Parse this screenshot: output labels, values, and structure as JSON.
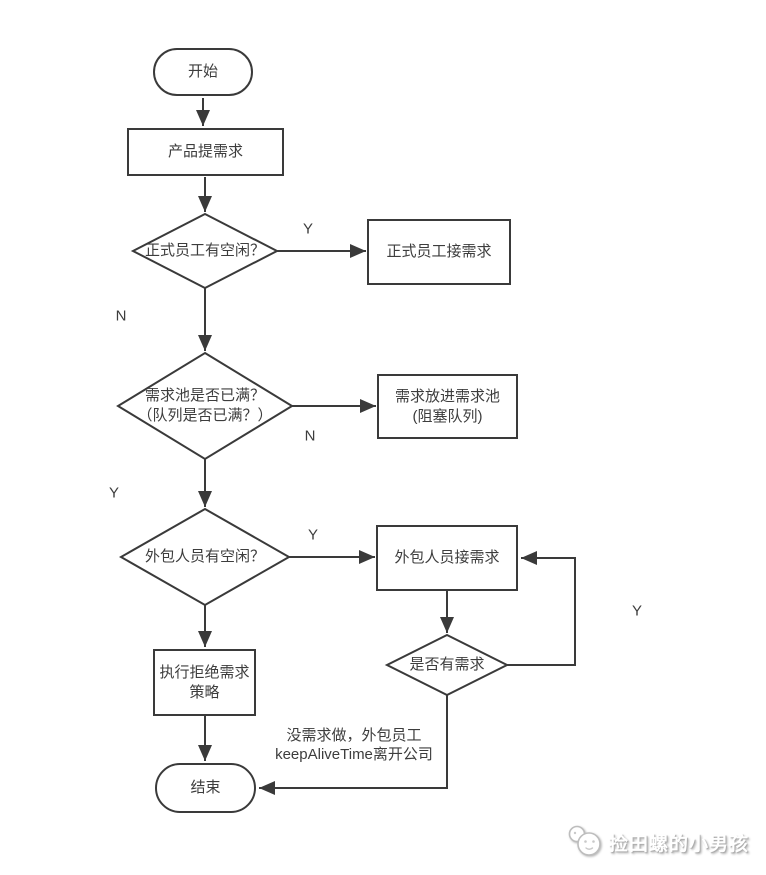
{
  "page": {
    "background": "#ffffff"
  },
  "flowchart": {
    "stroke_color": "#3a3a3a",
    "text_color": "#3d3d3d",
    "nodes": {
      "start": {
        "label": "开始"
      },
      "product_request": {
        "label": "产品提需求"
      },
      "formal_free": {
        "label": "正式员工有空闲？"
      },
      "formal_take": {
        "label": "正式员工接需求"
      },
      "pool_full": {
        "line1": "需求池是否已满？",
        "line2": "（队列是否已满？）"
      },
      "pool_put": {
        "line1": "需求放进需求池",
        "line2": "(阻塞队列)"
      },
      "outsource_free": {
        "label": "外包人员有空闲？"
      },
      "outsource_take": {
        "label": "外包人员接需求"
      },
      "has_request": {
        "label": "是否有需求"
      },
      "reject": {
        "line1": "执行拒绝需求",
        "line2": "策略"
      },
      "end": {
        "label": "结束"
      }
    },
    "edge_labels": {
      "formal_free_yes": "Y",
      "formal_free_no": "N",
      "pool_full_no": "N",
      "pool_full_yes": "Y",
      "outsource_free_yes": "Y",
      "has_request_yes": "Y",
      "leave_note_line1": "没需求做，外包员工",
      "leave_note_line2": "keepAliveTime离开公司"
    }
  },
  "watermark": {
    "text": "捡田螺的小男孩",
    "icon": "chat-bubbles-face-icon"
  }
}
